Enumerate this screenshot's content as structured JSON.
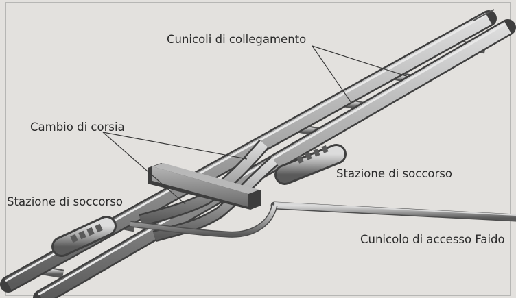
{
  "labels": {
    "crosspassages": "Cunicoli di collegamento",
    "crossover": "Cambio di corsia",
    "station_left": "Stazione di soccorso",
    "station_right": "Stazione di soccorso",
    "access_tunnel": "Cunicolo di accesso Faido"
  },
  "colors": {
    "background": "#e3e1de",
    "tube_light": "#c9c9c9",
    "tube_mid": "#9a9a9a",
    "tube_dark": "#4e4e4e",
    "leader_line": "#3a3a3a",
    "text": "#2b2b2b"
  }
}
